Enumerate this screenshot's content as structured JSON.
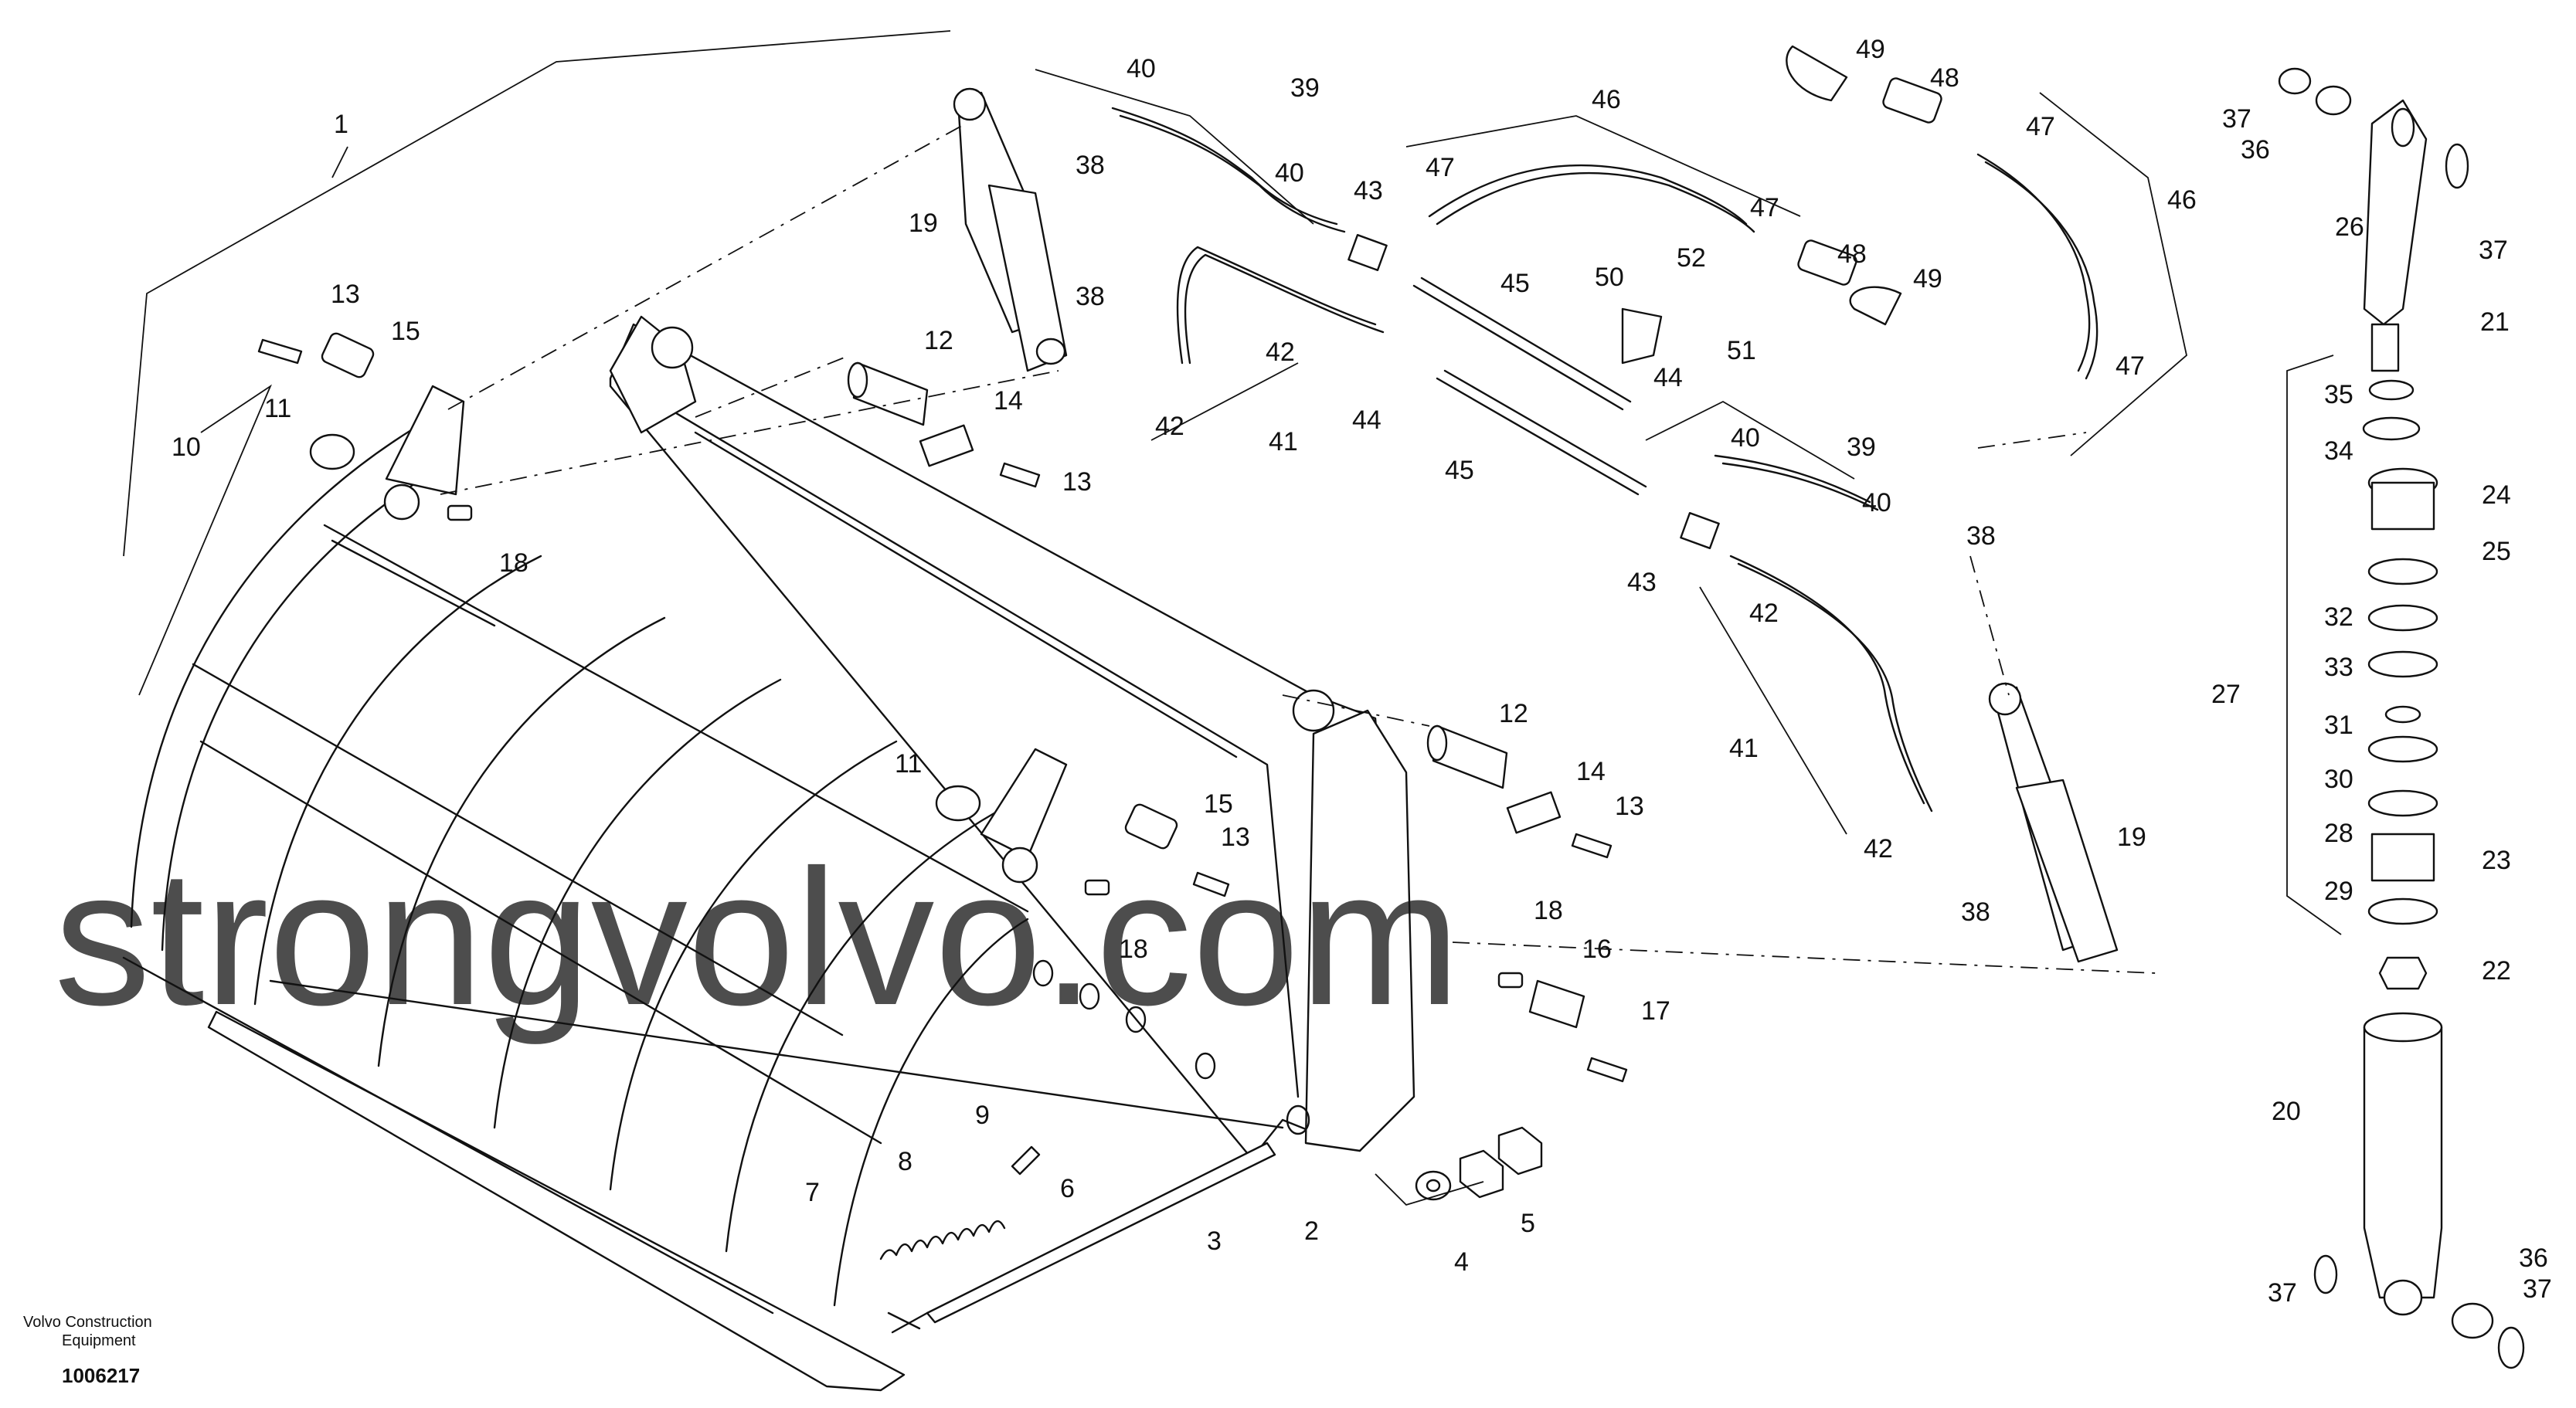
{
  "publisher": "Volvo Construction Equipment",
  "drawing_number": "1006217",
  "watermark": "strongvolvo.com",
  "callouts": [
    "1",
    "2",
    "3",
    "4",
    "5",
    "6",
    "7",
    "8",
    "9",
    "10",
    "11",
    "11",
    "12",
    "12",
    "13",
    "13",
    "13",
    "13",
    "14",
    "14",
    "15",
    "15",
    "16",
    "17",
    "18",
    "18",
    "18",
    "19",
    "19",
    "20",
    "21",
    "22",
    "23",
    "24",
    "25",
    "26",
    "27",
    "28",
    "29",
    "30",
    "31",
    "32",
    "33",
    "34",
    "35",
    "36",
    "36",
    "37",
    "37",
    "37",
    "37",
    "38",
    "38",
    "38",
    "38",
    "39",
    "39",
    "40",
    "40",
    "40",
    "40",
    "41",
    "41",
    "42",
    "42",
    "42",
    "42",
    "43",
    "43",
    "44",
    "44",
    "45",
    "45",
    "46",
    "46",
    "47",
    "47",
    "47",
    "47",
    "48",
    "48",
    "49",
    "49",
    "50",
    "51",
    "52"
  ]
}
